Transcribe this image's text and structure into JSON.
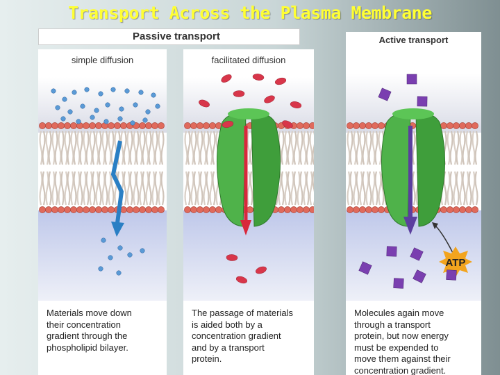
{
  "slide": {
    "title": "Transport Across the Plasma Membrane"
  },
  "passive_header": "Passive transport",
  "panels": [
    {
      "label": "simple diffusion",
      "caption": "Materials move down\ntheir concentration\ngradient through the\nphospholipid bilayer."
    },
    {
      "label": "facilitated diffusion",
      "caption": "The passage of materials\nis aided both by a\nconcentration gradient\nand by a transport\nprotein."
    },
    {
      "label": "Active transport",
      "caption": "Molecules again move\nthrough a transport\nprotein, but now energy\nmust be expended to\nmove them against their\nconcentration gradient.",
      "atp": "ATP"
    }
  ],
  "colors": {
    "title": "#ffff33",
    "lipid_head": "#e06a5c",
    "protein": "#4fb24a",
    "diffusion_arrow": "#2a7fc4",
    "facilitated_arrow": "#d8283c",
    "active_arrow": "#5b3f9e",
    "molecule_blue": "#5a9ad6",
    "molecule_red": "#d8364a",
    "molecule_purple": "#7a3fb0",
    "atp_star": "#f2a41e"
  }
}
